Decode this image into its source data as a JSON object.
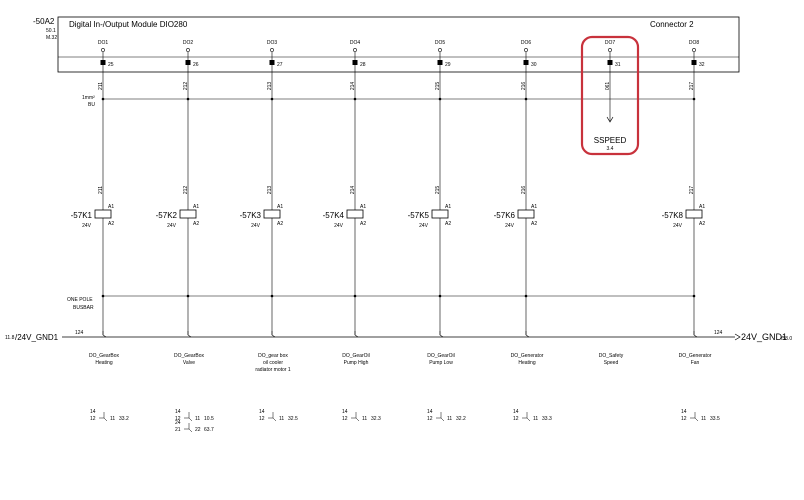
{
  "module": {
    "ref": "-50A2",
    "ref_sub1": "50.1",
    "ref_sub2": "M.32",
    "title": "Digital In-/Output Module  DIO280",
    "connector": "Connector 2"
  },
  "busbar_top_label": [
    "1mm²",
    "BU"
  ],
  "busbar_bottom_label": [
    "ONE POLE",
    "BUSBAR"
  ],
  "gnd_left": {
    "ref": "11.8",
    "label": "/24V_GND1",
    "wire": "124"
  },
  "gnd_right": {
    "wire": "124",
    "label": "24V_GND1",
    "ref": "/58.0"
  },
  "channels": [
    {
      "do": "DO1",
      "terminal": "25",
      "wire": "211",
      "relay": "-57K1",
      "a1": "A1",
      "a2": "A2",
      "voltage": "24V",
      "function": [
        "DO_GearBox",
        "Heating"
      ],
      "contacts": [
        [
          "14",
          "12",
          "11",
          "33.2"
        ]
      ]
    },
    {
      "do": "DO2",
      "terminal": "26",
      "wire": "212",
      "relay": "-57K2",
      "a1": "A1",
      "a2": "A2",
      "voltage": "24V",
      "function": [
        "DO_GearBox",
        "Valve"
      ],
      "contacts": [
        [
          "14",
          "12",
          "11",
          "10.5"
        ],
        [
          "24",
          "21",
          "22",
          "63.7"
        ]
      ]
    },
    {
      "do": "DO3",
      "terminal": "27",
      "wire": "213",
      "relay": "-57K3",
      "a1": "A1",
      "a2": "A2",
      "voltage": "24V",
      "function": [
        "DO_gear box",
        "oil cooler",
        "radiator motor 1"
      ],
      "contacts": [
        [
          "14",
          "12",
          "11",
          "32.5"
        ]
      ]
    },
    {
      "do": "DO4",
      "terminal": "28",
      "wire": "214",
      "relay": "-57K4",
      "a1": "A1",
      "a2": "A2",
      "voltage": "24V",
      "function": [
        "DO_GearOil",
        "Pump High"
      ],
      "contacts": [
        [
          "14",
          "12",
          "11",
          "32.3"
        ]
      ]
    },
    {
      "do": "DO5",
      "terminal": "29",
      "wire": "215",
      "relay": "-57K5",
      "a1": "A1",
      "a2": "A2",
      "voltage": "24V",
      "function": [
        "DO_GearOil",
        "Pump Low"
      ],
      "contacts": [
        [
          "14",
          "12",
          "11",
          "32.2"
        ]
      ]
    },
    {
      "do": "DO6",
      "terminal": "30",
      "wire": "216",
      "relay": "-57K6",
      "a1": "A1",
      "a2": "A2",
      "voltage": "24V",
      "function": [
        "DO_Generator",
        "Heating"
      ],
      "contacts": [
        [
          "14",
          "12",
          "11",
          "33.3"
        ]
      ]
    },
    {
      "do": "DO7",
      "terminal": "31",
      "wire": "061",
      "relay": null,
      "signal": "SSPEED",
      "signal_ref": "3.4",
      "highlighted": true,
      "function": [
        "DO_Safety",
        "Speed"
      ],
      "contacts": []
    },
    {
      "do": "DO8",
      "terminal": "32",
      "wire": "217",
      "relay": "-57K8",
      "a1": "A1",
      "a2": "A2",
      "voltage": "24V",
      "function": [
        "DO_Generator",
        "Fan"
      ],
      "contacts": [
        [
          "14",
          "12",
          "11",
          "33.5"
        ]
      ]
    }
  ],
  "colors": {
    "line": "#000000",
    "highlight": "#c8323c",
    "background": "#ffffff"
  }
}
